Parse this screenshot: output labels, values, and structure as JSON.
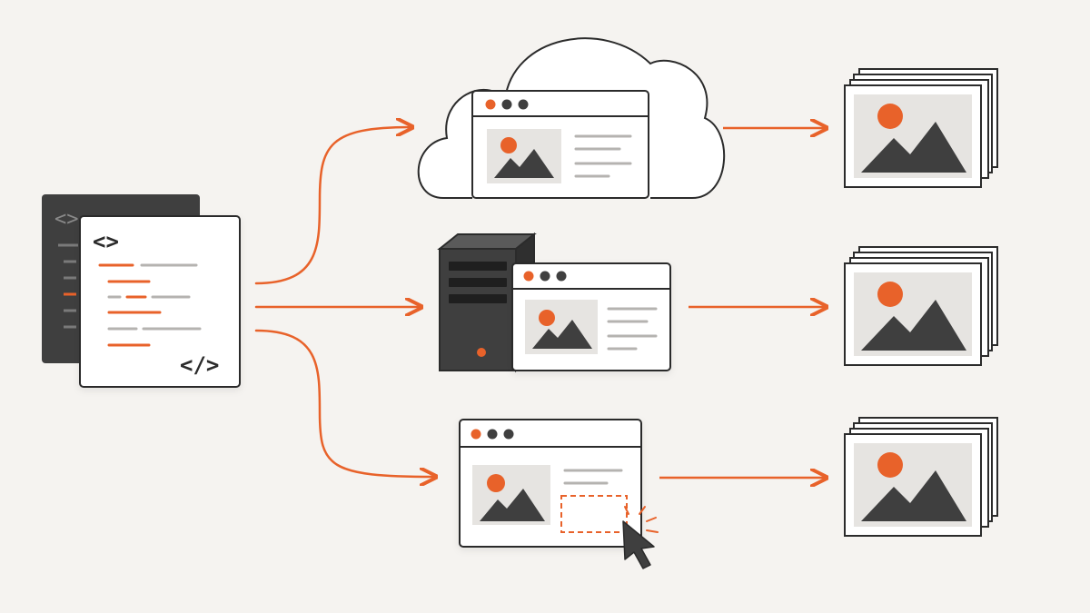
{
  "colors": {
    "background": "#f5f3f0",
    "accent": "#e8622a",
    "dark": "#3f3f3f",
    "outline": "#2b2b2b",
    "panel": "#ffffff",
    "image_bg": "#e6e4e1",
    "line_gray": "#b5b3b0"
  },
  "source": {
    "icon": "code-document-stack-icon",
    "front_glyph_top": "<>",
    "front_glyph_bottom": "</>",
    "back_glyph": "<>"
  },
  "flows": [
    {
      "id": "cloud",
      "host_icon": "cloud-icon",
      "window_icon": "browser-window-icon",
      "output_icon": "image-stack-icon"
    },
    {
      "id": "server",
      "host_icon": "server-tower-icon",
      "window_icon": "browser-window-icon",
      "output_icon": "image-stack-icon"
    },
    {
      "id": "interactive",
      "host_icon": "cursor-icon",
      "window_icon": "browser-window-icon",
      "output_icon": "image-stack-icon"
    }
  ]
}
